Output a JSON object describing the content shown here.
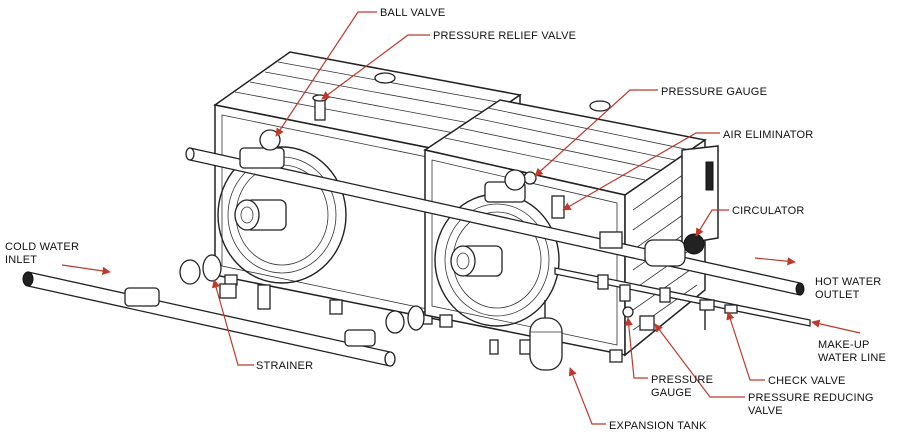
{
  "labels": {
    "ball_valve": "BALL VALVE",
    "pressure_relief_valve": "PRESSURE RELIEF VALVE",
    "pressure_gauge_top": "PRESSURE GAUGE",
    "air_eliminator": "AIR ELIMINATOR",
    "circulator": "CIRCULATOR",
    "cold_water_inlet_1": "COLD WATER",
    "cold_water_inlet_2": "INLET",
    "hot_water_outlet_1": "HOT WATER",
    "hot_water_outlet_2": "OUTLET",
    "make_up_water_line_1": "MAKE-UP",
    "make_up_water_line_2": "WATER LINE",
    "strainer": "STRAINER",
    "pressure_gauge_bottom_1": "PRESSURE",
    "pressure_gauge_bottom_2": "GAUGE",
    "check_valve": "CHECK VALVE",
    "pressure_reducing_valve_1": "PRESSURE REDUCING",
    "pressure_reducing_valve_2": "VALVE",
    "expansion_tank": "EXPANSION TANK"
  },
  "colors": {
    "leader": "#c0392b",
    "linework": "#222222",
    "background": "#ffffff"
  }
}
